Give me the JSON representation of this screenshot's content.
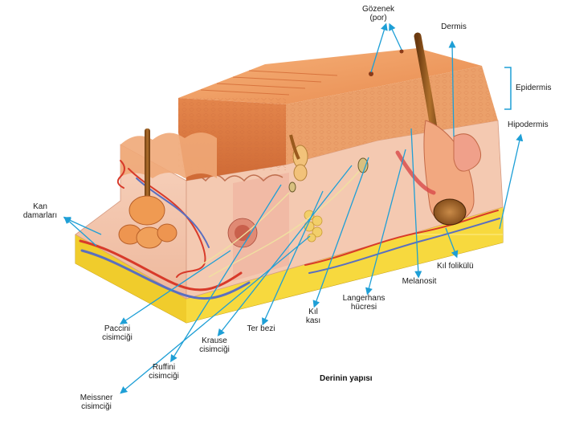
{
  "caption": "Derinin yapısı",
  "colors": {
    "leader": "#1e9fd6",
    "epidermis": "#e8965a",
    "dermis": "#f3c2a6",
    "hypodermis": "#f5dc3c",
    "blood_red": "#d83a2a",
    "blood_blue": "#5a6fc0",
    "hair": "#9a5a1e"
  },
  "labels": {
    "gozenek": "Gözenek\n(por)",
    "dermis": "Dermis",
    "epidermis": "Epidermis",
    "hipodermis": "Hipodermis",
    "kan_damarlari": "Kan\ndamarları",
    "kil_folikulu": "Kıl folikülü",
    "melanosit": "Melanosit",
    "langerhans": "Langerhans\nhücresi",
    "kil_kasi": "Kıl\nkası",
    "ter_bezi": "Ter bezi",
    "krause": "Krause\ncisimciği",
    "paccini": "Paccini\ncisimciği",
    "ruffini": "Ruffini\ncisimciği",
    "meissner": "Meissner\ncisimciği"
  }
}
